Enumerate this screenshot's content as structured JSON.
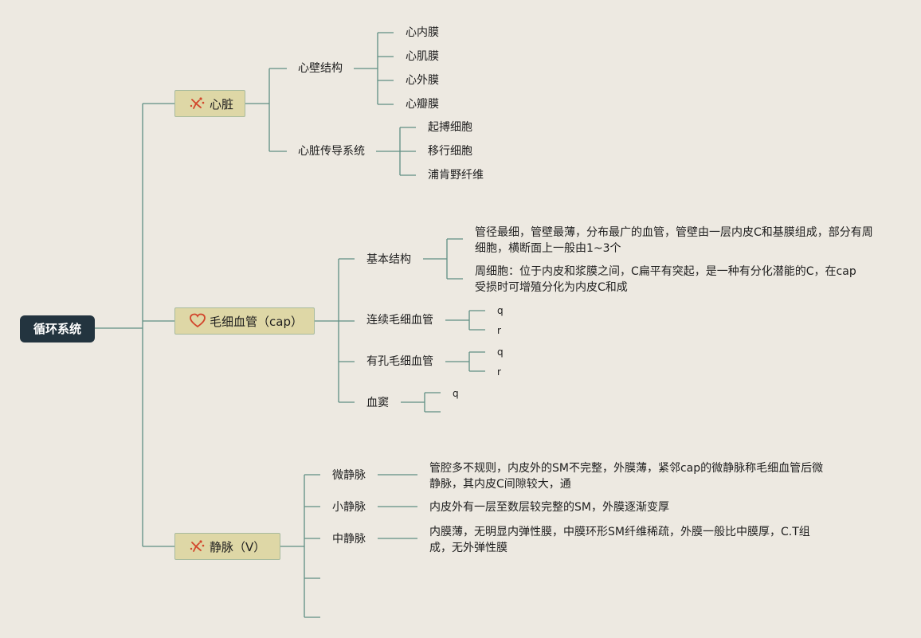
{
  "root": {
    "label": "循环系统"
  },
  "heart": {
    "label": "心脏",
    "icon": "heart-icon",
    "wall": {
      "label": "心壁结构",
      "items": [
        "心内膜",
        "心肌膜",
        "心外膜",
        "心瓣膜"
      ]
    },
    "conduction": {
      "label": "心脏传导系统",
      "items": [
        "起搏细胞",
        "移行细胞",
        "浦肯野纤维"
      ]
    }
  },
  "capillary": {
    "label": "毛细血管（cap）",
    "icon": "heart-outline-icon",
    "basic": {
      "label": "基本结构",
      "notes": [
        "管径最细，管壁最薄，分布最广的血管，管壁由一层内皮C和基膜组成，部分有周细胞，横断面上一般由1~3个",
        "周细胞：位于内皮和浆膜之间，C扁平有突起，是一种有分化潜能的C，在cap受损时可增殖分化为内皮C和成"
      ]
    },
    "continuous": {
      "label": "连续毛细血管",
      "items": [
        "q",
        "r"
      ]
    },
    "fenestrated": {
      "label": "有孔毛细血管",
      "items": [
        "q",
        "r"
      ]
    },
    "sinusoid": {
      "label": "血窦",
      "items": [
        "q"
      ]
    }
  },
  "vein": {
    "label": "静脉（V）",
    "icon": "heart-icon",
    "venule": {
      "label": "微静脉",
      "note": "管腔多不规则，内皮外的SM不完整，外膜薄，紧邻cap的微静脉称毛细血管后微静脉，其内皮C间隙较大，通"
    },
    "small": {
      "label": "小静脉",
      "note": "内皮外有一层至数层较完整的SM，外膜逐渐变厚"
    },
    "medium": {
      "label": "中静脉",
      "note": "内膜薄，无明显内弹性膜，中膜环形SM纤维稀疏，外膜一般比中膜厚，C.T组成，无外弹性膜"
    }
  },
  "colors": {
    "line": "#5f8f83",
    "topic_fill": "#ded7a6",
    "topic_border": "#a7ba9d",
    "root_fill": "#23343f",
    "icon_red": "#d2462c"
  }
}
